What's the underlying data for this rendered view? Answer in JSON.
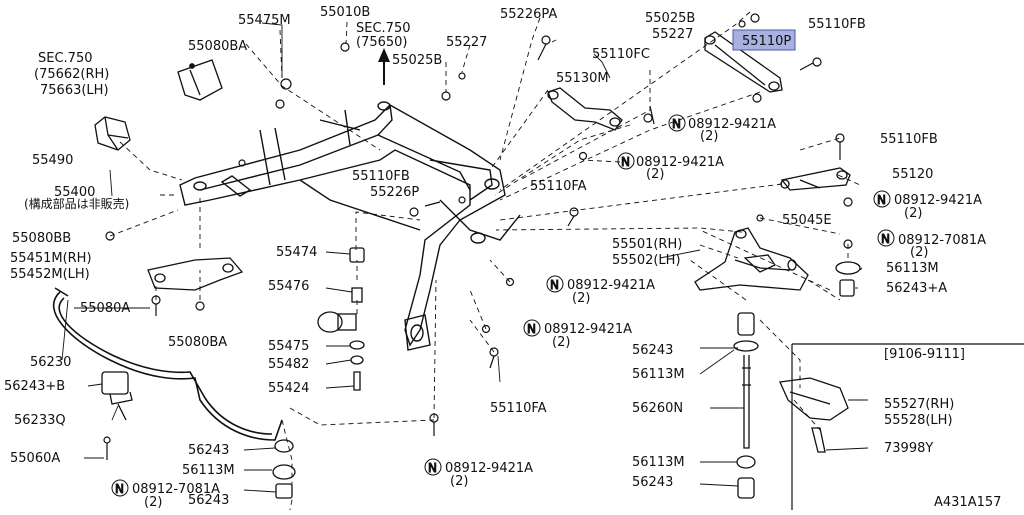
{
  "diagram_id": "A431A157",
  "variant_label": "[9106-9111]",
  "sec_refs": [
    {
      "id": "sec750-a",
      "lines": [
        "SEC.750",
        "(75662(RH)",
        "75663(LH)"
      ]
    },
    {
      "id": "sec750-b",
      "lines": [
        "SEC.750",
        "(75650)"
      ]
    }
  ],
  "note_not_sold": "(構成部品は非販売)",
  "highlighted_part": "55110P",
  "labels": [
    {
      "id": "p55475m",
      "text": "55475M"
    },
    {
      "id": "p55010b",
      "text": "55010B"
    },
    {
      "id": "p55226pa",
      "text": "55226PA"
    },
    {
      "id": "p55025b-top",
      "text": "55025B"
    },
    {
      "id": "p55110fb-top",
      "text": "55110FB"
    },
    {
      "id": "p55080ba-top",
      "text": "55080BA"
    },
    {
      "id": "p55227-mid",
      "text": "55227"
    },
    {
      "id": "p55227-top",
      "text": "55227"
    },
    {
      "id": "p55025b-mid",
      "text": "55025B"
    },
    {
      "id": "p55110fc",
      "text": "55110FC"
    },
    {
      "id": "p55130m",
      "text": "55130M"
    },
    {
      "id": "p08912-9421a-1",
      "text": "08912-9421A",
      "qty": "(2)"
    },
    {
      "id": "p55110fb-right",
      "text": "55110FB"
    },
    {
      "id": "p08912-9421a-2",
      "text": "08912-9421A",
      "qty": "(2)"
    },
    {
      "id": "p55490",
      "text": "55490"
    },
    {
      "id": "p55120",
      "text": "55120"
    },
    {
      "id": "p55110fb-center",
      "text": "55110FB"
    },
    {
      "id": "p55226p",
      "text": "55226P"
    },
    {
      "id": "p55110fa-mid",
      "text": "55110FA"
    },
    {
      "id": "p08912-9421a-3",
      "text": "08912-9421A",
      "qty": "(2)"
    },
    {
      "id": "p55400",
      "text": "55400"
    },
    {
      "id": "p55045e",
      "text": "55045E"
    },
    {
      "id": "p55080bb",
      "text": "55080BB"
    },
    {
      "id": "p08912-7081a-1",
      "text": "08912-7081A",
      "qty": "(2)"
    },
    {
      "id": "p55501",
      "text": "55501(RH)"
    },
    {
      "id": "p55502",
      "text": "55502(LH)"
    },
    {
      "id": "p55474",
      "text": "55474"
    },
    {
      "id": "p55451m",
      "text": "55451M(RH)"
    },
    {
      "id": "p55452m",
      "text": "55452M(LH)"
    },
    {
      "id": "p56113m-right",
      "text": "56113M"
    },
    {
      "id": "p55476",
      "text": "55476"
    },
    {
      "id": "p08912-9421a-4",
      "text": "08912-9421A",
      "qty": "(2)"
    },
    {
      "id": "p56243a-right",
      "text": "56243+A"
    },
    {
      "id": "p55080a",
      "text": "55080A"
    },
    {
      "id": "p08912-9421a-5",
      "text": "08912-9421A",
      "qty": "(2)"
    },
    {
      "id": "p55080ba-bottom",
      "text": "55080BA"
    },
    {
      "id": "p55475",
      "text": "55475"
    },
    {
      "id": "p56243-center",
      "text": "56243"
    },
    {
      "id": "p56230",
      "text": "56230"
    },
    {
      "id": "p55482",
      "text": "55482"
    },
    {
      "id": "p56113m-center",
      "text": "56113M"
    },
    {
      "id": "p56243b",
      "text": "56243+B"
    },
    {
      "id": "p55424",
      "text": "55424"
    },
    {
      "id": "p55527",
      "text": "55527(RH)"
    },
    {
      "id": "p55528",
      "text": "55528(LH)"
    },
    {
      "id": "p56233q",
      "text": "56233Q"
    },
    {
      "id": "p55110fa-bottom",
      "text": "55110FA"
    },
    {
      "id": "p56260n",
      "text": "56260N"
    },
    {
      "id": "p73998y",
      "text": "73998Y"
    },
    {
      "id": "p55060a",
      "text": "55060A"
    },
    {
      "id": "p56243-lower",
      "text": "56243"
    },
    {
      "id": "p56113m-lower-right",
      "text": "56113M"
    },
    {
      "id": "p56113m-lower",
      "text": "56113M"
    },
    {
      "id": "p08912-9421a-6",
      "text": "08912-9421A",
      "qty": "(2)"
    },
    {
      "id": "p08912-7081a-2",
      "text": "08912-7081A",
      "qty": "(2)"
    },
    {
      "id": "p56243-bottom",
      "text": "56243"
    },
    {
      "id": "p56243-bottom-right",
      "text": "56243"
    }
  ]
}
